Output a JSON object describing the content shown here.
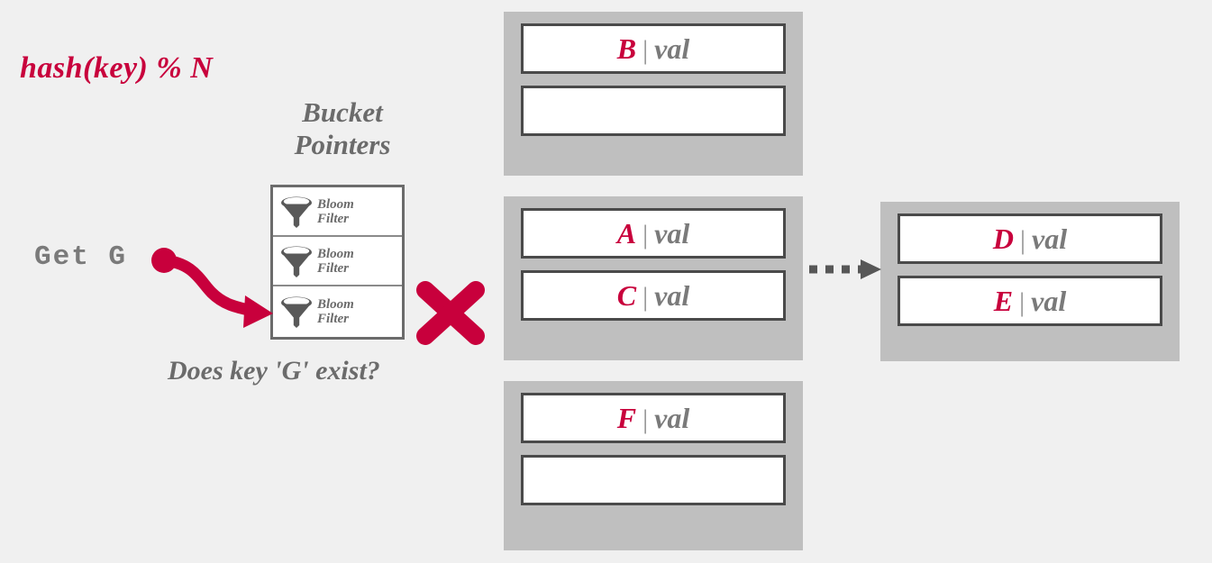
{
  "diagram": {
    "title_hash": "hash(key) % N",
    "bucket_pointers_label": "Bucket\nPointers",
    "bucket_pointers_line1": "Bucket",
    "bucket_pointers_line2": "Pointers",
    "get_request": "Get G",
    "question": "Does key 'G' exist?",
    "bloom_line1": "Bloom",
    "bloom_line2": "Filter",
    "separator": "|",
    "value_label": "val"
  },
  "colors": {
    "accent_crimson": "#c8003c",
    "gray_text": "#6b6b6b",
    "bucket_fill": "#bfbfbf",
    "entry_border": "#4a4a4a",
    "background": "#f0f0f0",
    "funnel": "#595959",
    "connector": "#575757"
  },
  "bloom_filters": [
    {
      "label_line1": "Bloom",
      "label_line2": "Filter",
      "targeted": false
    },
    {
      "label_line1": "Bloom",
      "label_line2": "Filter",
      "targeted": false
    },
    {
      "label_line1": "Bloom",
      "label_line2": "Filter",
      "targeted": true
    }
  ],
  "buckets": [
    {
      "index": 0,
      "entries": [
        {
          "key": "B",
          "sep": "|",
          "val": "val",
          "empty": false
        },
        {
          "key": "",
          "sep": "",
          "val": "",
          "empty": true
        }
      ]
    },
    {
      "index": 1,
      "entries": [
        {
          "key": "A",
          "sep": "|",
          "val": "val",
          "empty": false
        },
        {
          "key": "C",
          "sep": "|",
          "val": "val",
          "empty": false
        }
      ]
    },
    {
      "index": 2,
      "entries": [
        {
          "key": "F",
          "sep": "|",
          "val": "val",
          "empty": false
        },
        {
          "key": "",
          "sep": "",
          "val": "",
          "empty": true
        }
      ]
    }
  ],
  "overflow_block": {
    "entries": [
      {
        "key": "D",
        "sep": "|",
        "val": "val",
        "empty": false
      },
      {
        "key": "E",
        "sep": "|",
        "val": "val",
        "empty": false
      }
    ]
  },
  "markers": {
    "negative_result": "X",
    "lookup_arrow": "curved-arrow",
    "overflow_arrow": "dotted-arrow"
  }
}
